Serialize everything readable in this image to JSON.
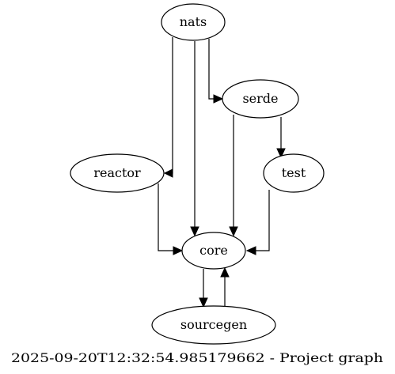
{
  "graph": {
    "nodes": [
      {
        "id": "nats",
        "label": "nats"
      },
      {
        "id": "serde",
        "label": "serde"
      },
      {
        "id": "reactor",
        "label": "reactor"
      },
      {
        "id": "test",
        "label": "test"
      },
      {
        "id": "core",
        "label": "core"
      },
      {
        "id": "sourcegen",
        "label": "sourcegen"
      }
    ],
    "edges": [
      {
        "from": "nats",
        "to": "reactor"
      },
      {
        "from": "nats",
        "to": "core"
      },
      {
        "from": "nats",
        "to": "serde"
      },
      {
        "from": "serde",
        "to": "core"
      },
      {
        "from": "serde",
        "to": "test"
      },
      {
        "from": "reactor",
        "to": "core"
      },
      {
        "from": "test",
        "to": "core"
      },
      {
        "from": "core",
        "to": "sourcegen"
      },
      {
        "from": "sourcegen",
        "to": "core"
      }
    ]
  },
  "caption": "2025-09-20T12:32:54.985179662 - Project graph"
}
